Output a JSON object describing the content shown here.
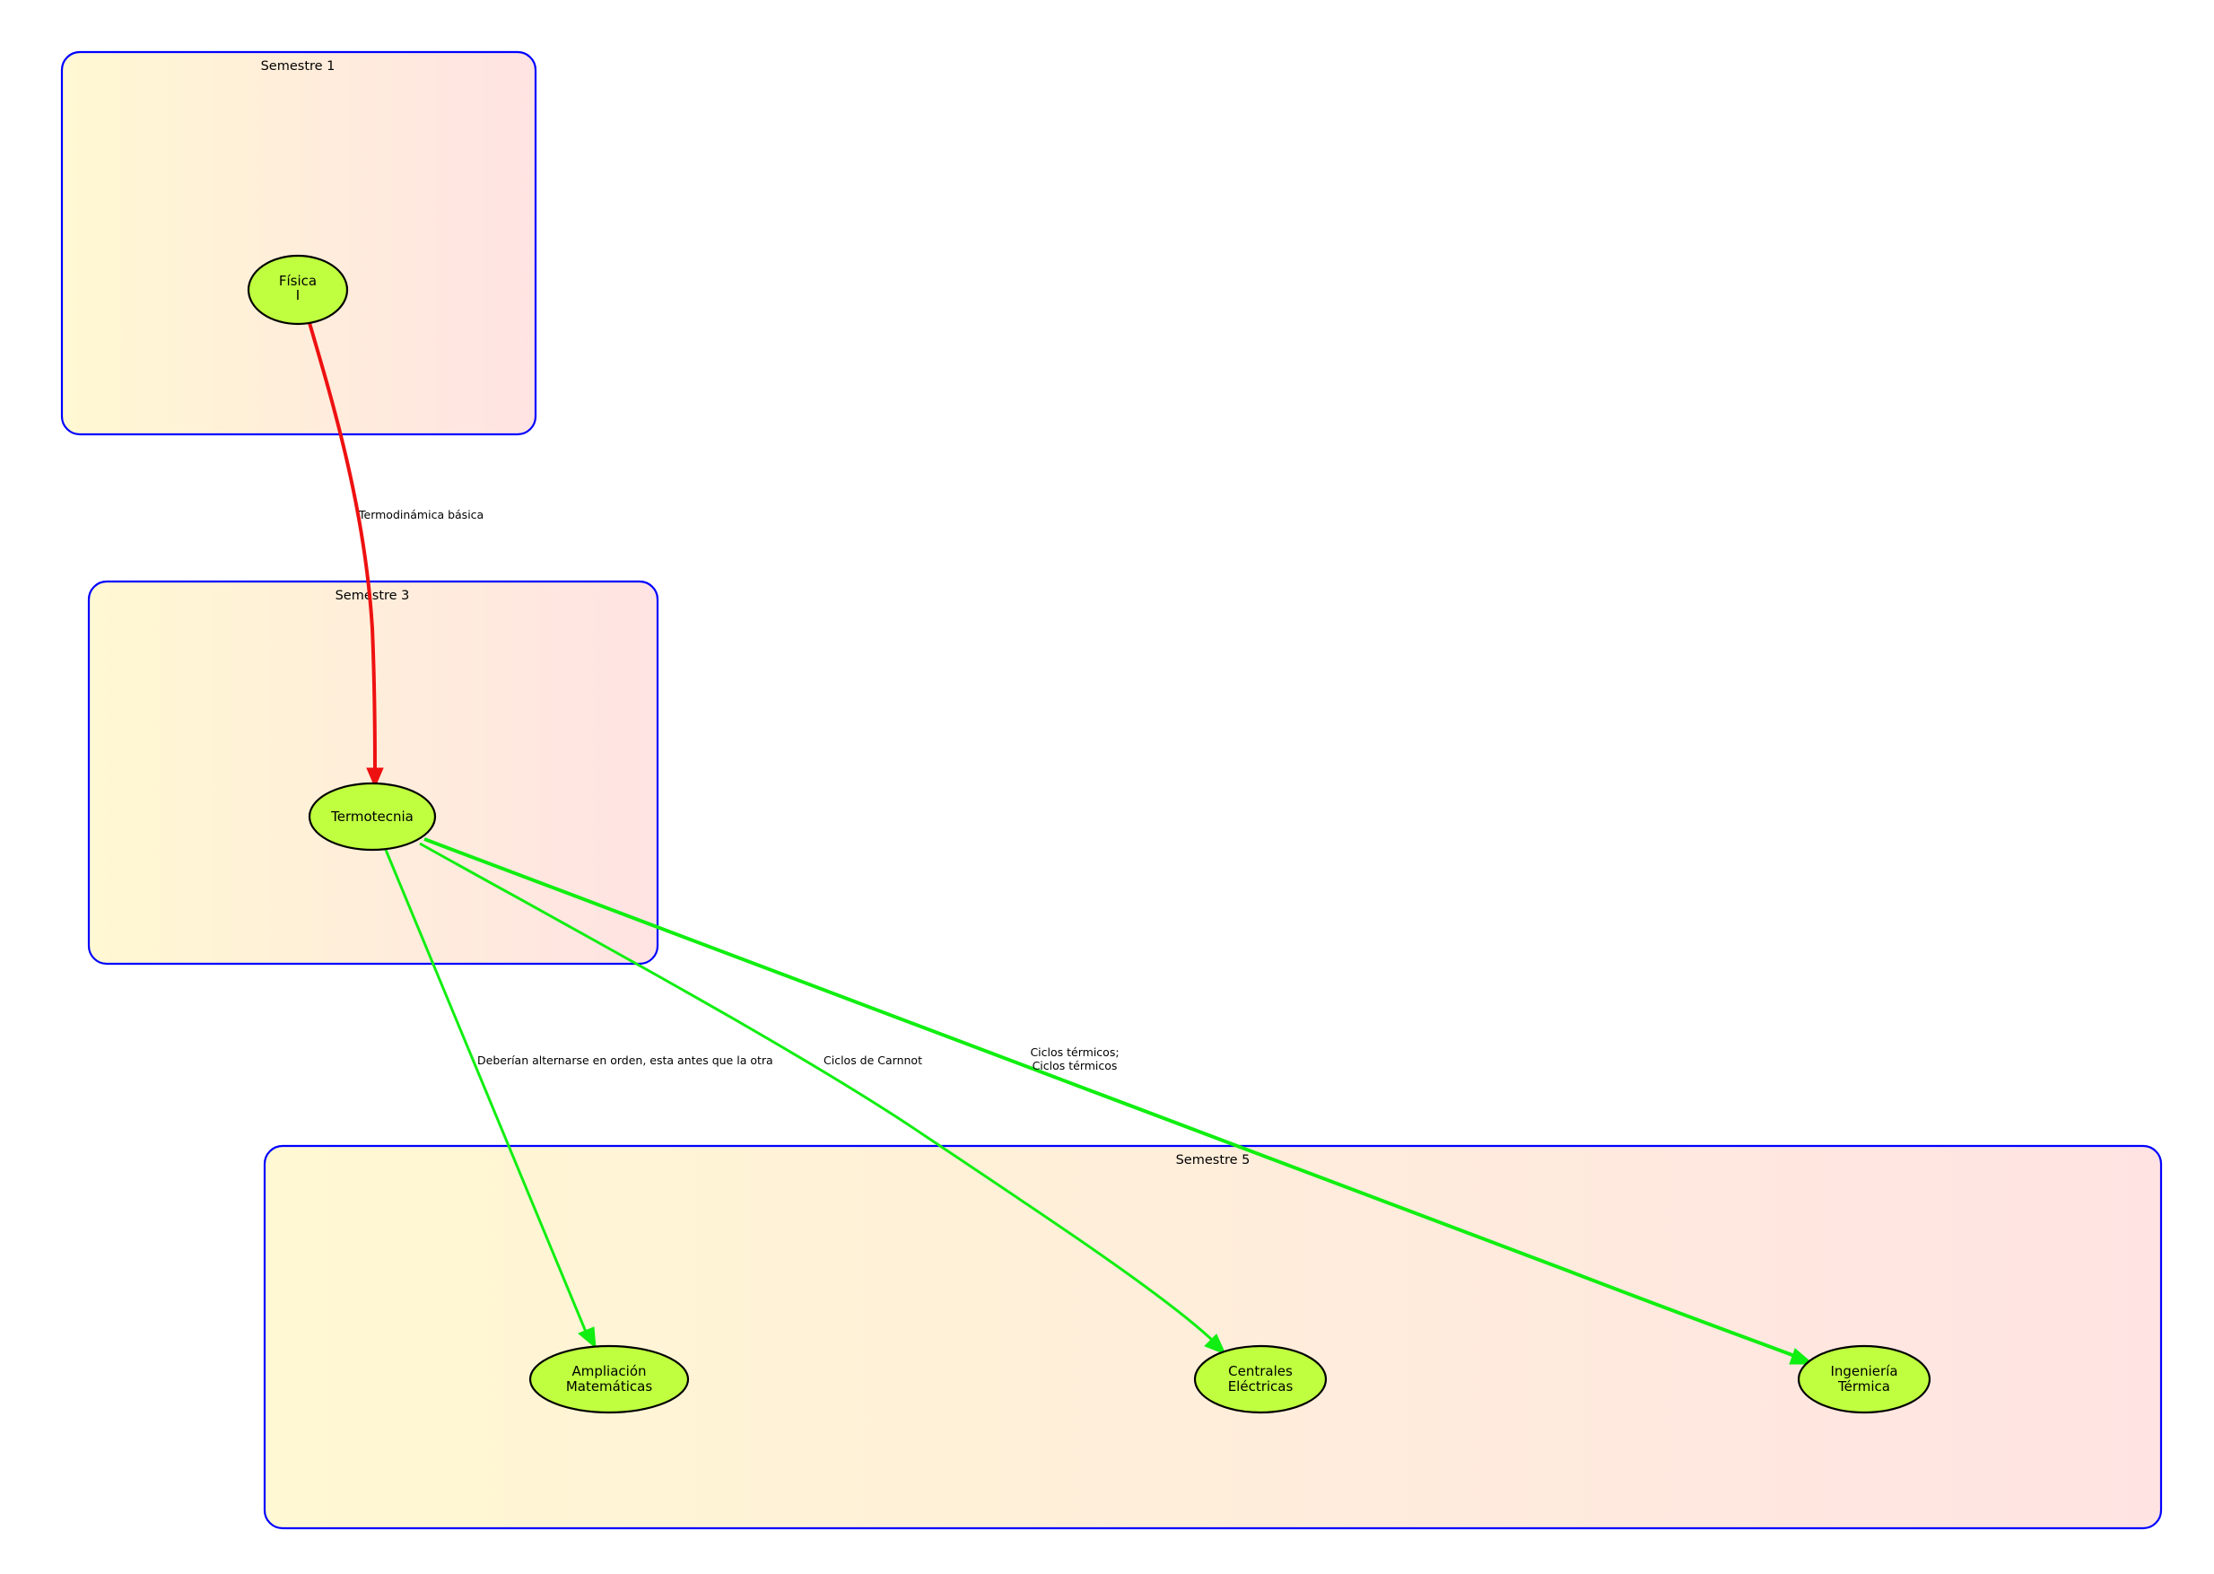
{
  "colors": {
    "cluster_border": "#0000ff",
    "cluster_fill_left": "#fff8d2",
    "cluster_fill_right": "#ffe3e3",
    "node_fill": "#bfff3f",
    "node_border": "#000000",
    "edge_red": "#ee1111",
    "edge_green": "#11ee11"
  },
  "clusters": [
    {
      "id": "sem1",
      "label": "Semestre 1"
    },
    {
      "id": "sem3",
      "label": "Semestre 3"
    },
    {
      "id": "sem5",
      "label": "Semestre 5"
    }
  ],
  "nodes": [
    {
      "id": "fisica",
      "cluster": "sem1",
      "lines": [
        "Física",
        "I"
      ]
    },
    {
      "id": "termotecnia",
      "cluster": "sem3",
      "lines": [
        "Termotecnia"
      ]
    },
    {
      "id": "ampliacion",
      "cluster": "sem5",
      "lines": [
        "Ampliación",
        "Matemáticas"
      ]
    },
    {
      "id": "centrales",
      "cluster": "sem5",
      "lines": [
        "Centrales",
        "Eléctricas"
      ]
    },
    {
      "id": "ingenieria",
      "cluster": "sem5",
      "lines": [
        "Ingeniería",
        "Térmica"
      ]
    }
  ],
  "edges": [
    {
      "id": "e-fisica-termotecnia",
      "from": "fisica",
      "to": "termotecnia",
      "color": "red",
      "label": [
        "Termodinámica básica"
      ]
    },
    {
      "id": "e-termotecnia-ampliacion",
      "from": "termotecnia",
      "to": "ampliacion",
      "color": "green",
      "label": [
        "Deberían alternarse en orden, esta antes que la otra"
      ]
    },
    {
      "id": "e-termotecnia-centrales",
      "from": "termotecnia",
      "to": "centrales",
      "color": "green",
      "label": [
        "Ciclos de Carnnot"
      ]
    },
    {
      "id": "e-termotecnia-ingenieria",
      "from": "termotecnia",
      "to": "ingenieria",
      "color": "green",
      "label": [
        "Ciclos térmicos;",
        "Ciclos térmicos"
      ]
    }
  ]
}
